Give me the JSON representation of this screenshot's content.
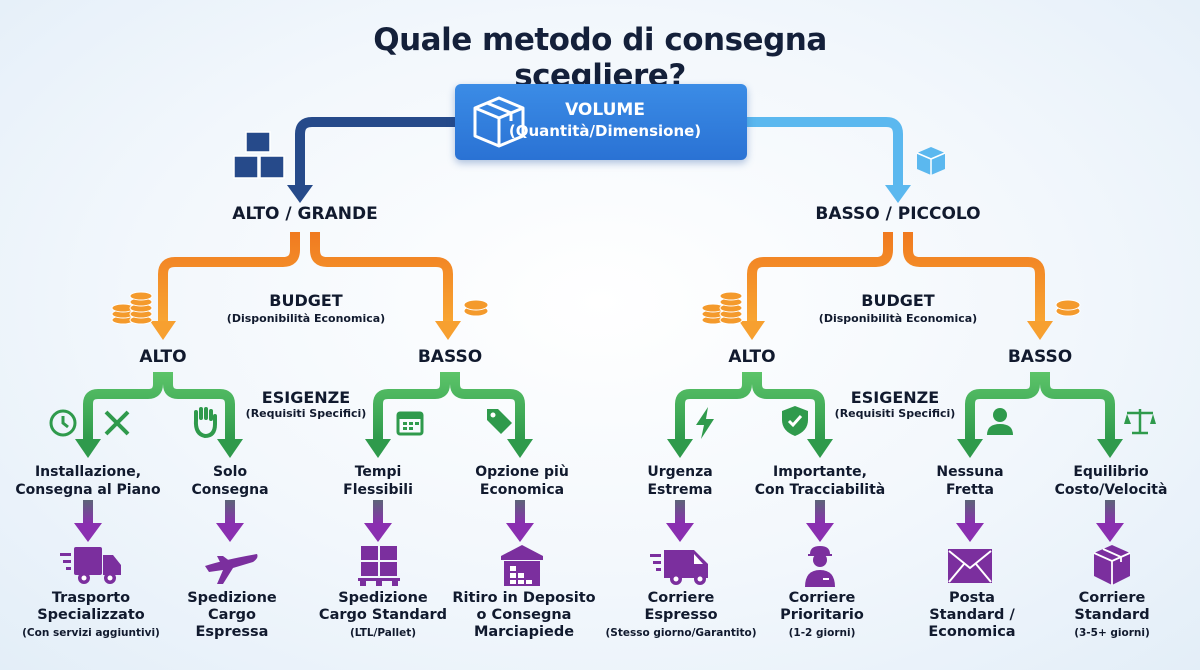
{
  "title": "Quale metodo di consegna scegliere?",
  "root": {
    "title": "VOLUME",
    "subtitle": "(Quantità/Dimensione)"
  },
  "colors": {
    "root": "#2f7ddc",
    "left_branch": "#264a8a",
    "right_branch": "#5bb8ef",
    "budget": "#f28a26",
    "needs": "#3aa655",
    "result": "#7b2f9e"
  },
  "branches": [
    {
      "label": "ALTO / GRANDE",
      "budget_label": "BUDGET",
      "budget_sub": "(Disponibilità Economica)",
      "needs_label": "ESIGENZE",
      "needs_sub": "(Requisiti Specifici)",
      "levels": [
        {
          "label": "ALTO",
          "options": [
            {
              "need": "Installazione,\nConsegna al Piano",
              "result": "Trasporto\nSpecializzato",
              "note": "(Con servizi aggiuntivi)",
              "icon": "truck-icon"
            },
            {
              "need": "Solo\nConsegna",
              "result": "Spedizione\nCargo\nEspressa",
              "icon": "airplane-icon"
            }
          ]
        },
        {
          "label": "BASSO",
          "options": [
            {
              "need": "Tempi\nFlessibili",
              "result": "Spedizione\nCargo Standard",
              "note": "(LTL/Pallet)",
              "icon": "pallet-icon"
            },
            {
              "need": "Opzione più\nEconomica",
              "result": "Ritiro in Deposito\no Consegna\nMarciapiede",
              "icon": "warehouse-icon"
            }
          ]
        }
      ]
    },
    {
      "label": "BASSO / PICCOLO",
      "budget_label": "BUDGET",
      "budget_sub": "(Disponibilità Economica)",
      "needs_label": "ESIGENZE",
      "needs_sub": "(Requisiti Specifici)",
      "levels": [
        {
          "label": "ALTO",
          "options": [
            {
              "need": "Urgenza\nEstrema",
              "result": "Corriere\nEspresso",
              "note": "(Stesso giorno/Garantito)",
              "icon": "van-icon"
            },
            {
              "need": "Importante,\nCon Tracciabilità",
              "result": "Corriere\nPrioritario",
              "note": "(1-2 giorni)",
              "icon": "courier-icon"
            }
          ]
        },
        {
          "label": "BASSO",
          "options": [
            {
              "need": "Nessuna\nFretta",
              "result": "Posta\nStandard /\nEconomica",
              "icon": "envelope-icon"
            },
            {
              "need": "Equilibrio\nCosto/Velocità",
              "result": "Corriere\nStandard",
              "note": "(3-5+ giorni)",
              "icon": "box-icon"
            }
          ]
        }
      ]
    }
  ]
}
